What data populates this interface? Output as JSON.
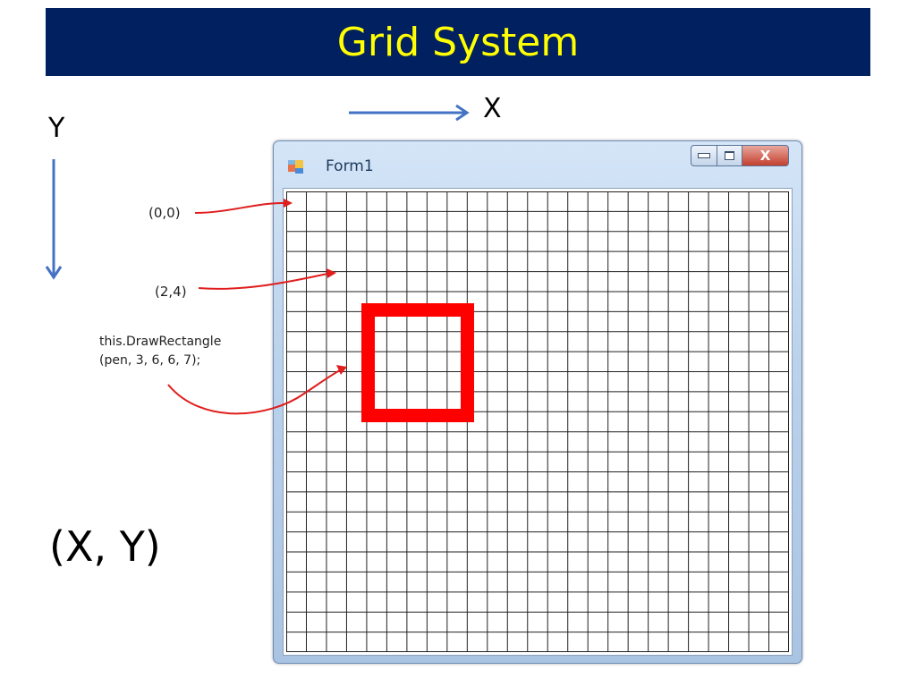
{
  "slide": {
    "title": "Grid System",
    "x_axis_label": "X",
    "y_axis_label": "Y",
    "coordinate_label": "(X, Y)"
  },
  "callouts": {
    "origin": "(0,0)",
    "point": "(2,4)",
    "code_line1": "this.DrawRectangle",
    "code_line2": "(pen, 3, 6, 6, 7);"
  },
  "form": {
    "title": "Form1",
    "close_glyph": "X",
    "icons": {
      "app": "form-app-icon",
      "minimize": "minimize-icon",
      "maximize": "maximize-icon",
      "close": "close-icon"
    }
  },
  "grid": {
    "columns": 25,
    "rows": 23
  },
  "colors": {
    "title_background": "#002060",
    "title_text": "#ffff00",
    "axis_arrow": "#4472c4",
    "callout_arrow": "#e11d1d",
    "rectangle": "#ff0000"
  }
}
